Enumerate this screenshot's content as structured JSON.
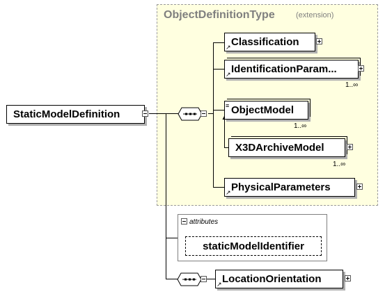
{
  "extension": {
    "title": "ObjectDefinitionType",
    "note": "(extension)"
  },
  "root": {
    "label": "StaticModelDefinition"
  },
  "children": [
    {
      "label": "Classification"
    },
    {
      "label": "IdentificationParam...",
      "multiplicity": "1..∞"
    },
    {
      "label": "ObjectModel",
      "multiplicity": "1..∞"
    },
    {
      "label": "X3DArchiveModel",
      "multiplicity": "1..∞"
    },
    {
      "label": "PhysicalParameters"
    }
  ],
  "attributes": {
    "label": "attributes",
    "items": [
      {
        "label": "staticModelIdentifier"
      }
    ]
  },
  "location": {
    "label": "LocationOrientation"
  },
  "colors": {
    "extension_fill": "#ffffe0",
    "extension_border": "#9a9a9a",
    "shadow": "#b0b0b0",
    "title_gray": "#7f7f7f"
  }
}
